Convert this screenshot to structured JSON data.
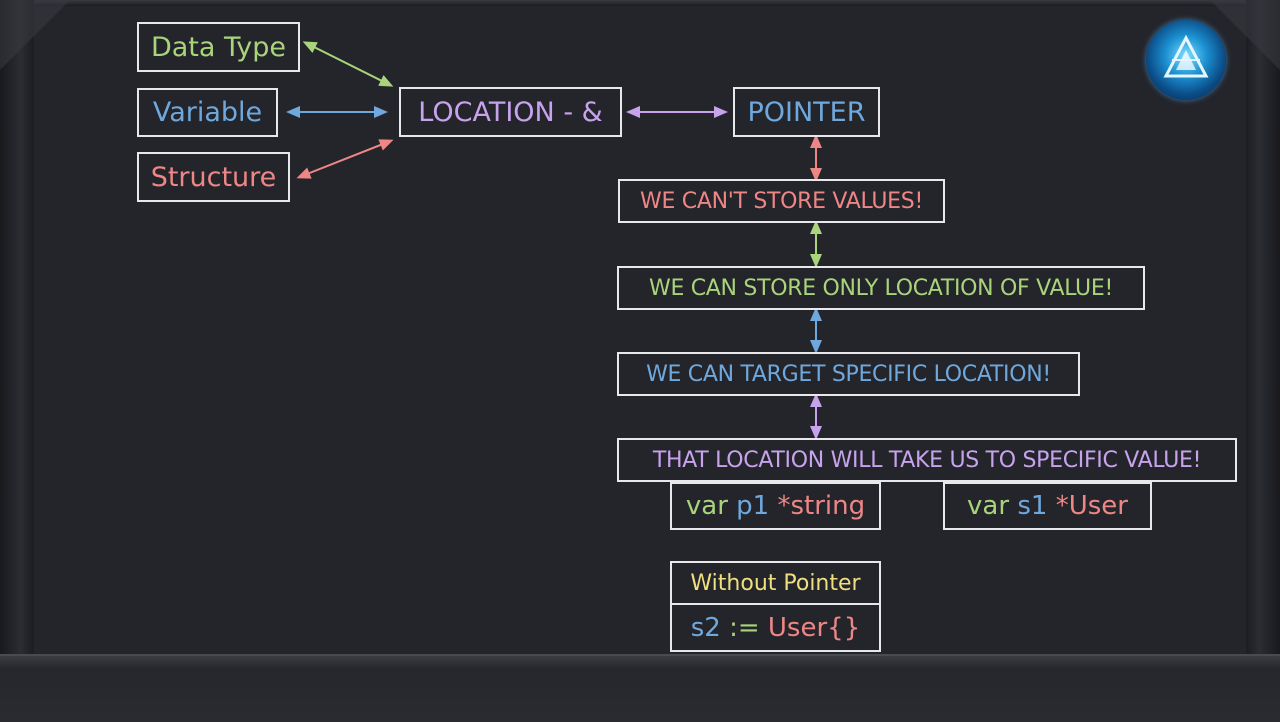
{
  "nodes": {
    "data_type": "Data Type",
    "variable": "Variable",
    "structure": "Structure",
    "location": "LOCATION - &",
    "pointer": "POINTER",
    "cant_store": "WE CAN'T STORE VALUES!",
    "store_location": "WE CAN STORE ONLY LOCATION OF VALUE!",
    "target_location": "WE CAN TARGET SPECIFIC LOCATION!",
    "take_to_value": "THAT LOCATION WILL TAKE US TO SPECIFIC VALUE!"
  },
  "code1": {
    "kw": "var",
    "name": "p1",
    "type": "*string"
  },
  "code2": {
    "kw": "var",
    "name": "s1",
    "type": "*User"
  },
  "without_pointer": {
    "title": "Without Pointer",
    "var": "s2",
    "op": ":=",
    "value": "User{}"
  },
  "colors": {
    "green": "#a9d47c",
    "blue": "#6fa8dc",
    "red": "#ee8686",
    "purple": "#c7a3ee",
    "yellow": "#f0df7f",
    "border": "#e8e8ea",
    "background": "#24252b"
  },
  "logo_icon": "triangle-crest-logo"
}
